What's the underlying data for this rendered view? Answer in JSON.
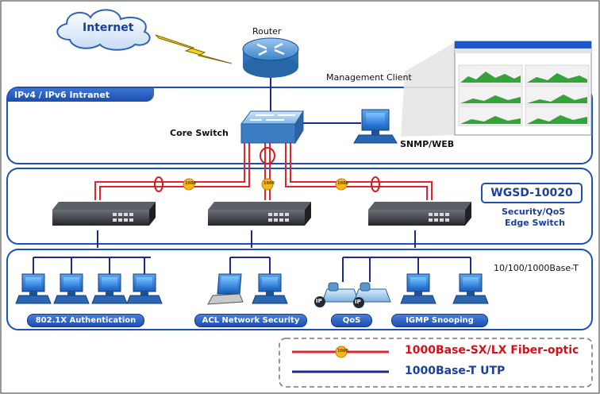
{
  "labels": {
    "internet": "Internet",
    "router": "Router",
    "management_client": "Management Client",
    "intranet": "IPv4 / IPv6 Intranet",
    "core_switch": "Core Switch",
    "snmp_web": "SNMP/WEB",
    "model": "WGSD-10020",
    "edge_switch_line1": "Security/QoS",
    "edge_switch_line2": "Edge Switch",
    "speed": "10/100/1000Base-T",
    "fiber_badge": "1000",
    "ip_badge": "IP"
  },
  "groups": {
    "auth": "802.1X Authentication",
    "acl": "ACL Network Security",
    "qos": "QoS",
    "igmp": "IGMP Snooping"
  },
  "legend": {
    "fiber_label": "1000Base-SX/LX Fiber-optic",
    "utp_label": "1000Base-T UTP"
  },
  "colors": {
    "fiber": "#e0262b",
    "utp": "#1f2a8e",
    "zone_border": "#1b4fb8",
    "legend_fiber_text": "#d0121b",
    "legend_utp_text": "#1b3f9a"
  },
  "icons": [
    "cloud-icon",
    "lightning-icon",
    "router-icon",
    "core-switch-icon",
    "edge-switch-icon",
    "pc-icon",
    "laptop-icon",
    "ip-phone-icon",
    "browser-window-icon"
  ]
}
